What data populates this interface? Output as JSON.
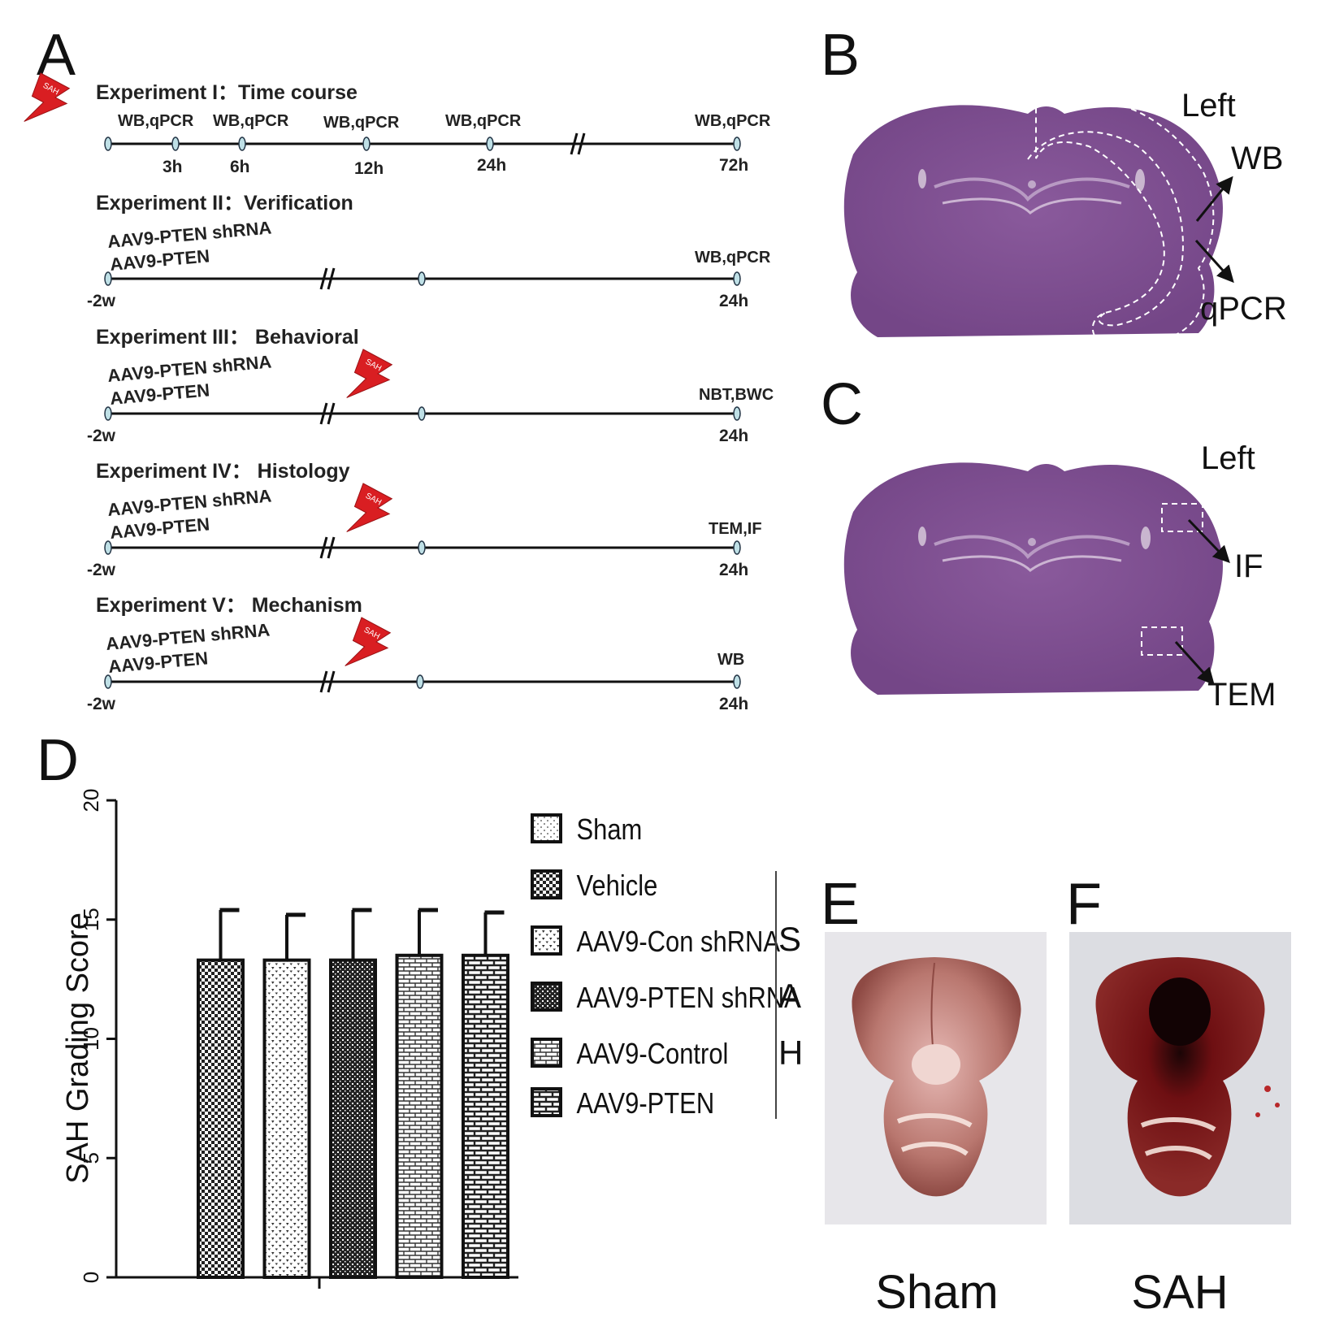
{
  "panels": {
    "a": "A",
    "b": "B",
    "c": "C",
    "d": "D",
    "e": "E",
    "f": "F"
  },
  "bolt_text": "SAH",
  "experiments": [
    {
      "title": "Experiment I：Time course",
      "groups": [],
      "start_label": "",
      "ticks": [
        {
          "top": "WB,qPCR",
          "time": "3h"
        },
        {
          "top": "WB,qPCR",
          "time": "6h"
        },
        {
          "top": "WB,qPCR",
          "time": "12h"
        },
        {
          "top": "WB,qPCR",
          "time": "24h"
        },
        {
          "top": "WB,qPCR",
          "time": "72h"
        }
      ]
    },
    {
      "title": "Experiment II：Verification",
      "groups": [
        "AAV9-PTEN shRNA",
        "AAV9-PTEN"
      ],
      "start_label": "-2w",
      "end_top": "WB,qPCR",
      "end_time": "24h"
    },
    {
      "title": "Experiment III：  Behavioral",
      "groups": [
        "AAV9-PTEN shRNA",
        "AAV9-PTEN"
      ],
      "start_label": "-2w",
      "end_top": "NBT,BWC",
      "end_time": "24h"
    },
    {
      "title": "Experiment IV：  Histology",
      "groups": [
        "AAV9-PTEN shRNA",
        "AAV9-PTEN"
      ],
      "start_label": "-2w",
      "end_top": "TEM,IF",
      "end_time": "24h"
    },
    {
      "title": "Experiment V：  Mechanism",
      "groups": [
        "AAV9-PTEN shRNA",
        "AAV9-PTEN"
      ],
      "start_label": "-2w",
      "end_top": "WB",
      "end_time": "24h"
    }
  ],
  "panel_b": {
    "side": "Left",
    "wb": "WB",
    "qpcr": "qPCR"
  },
  "panel_c": {
    "side": "Left",
    "if": "IF",
    "tem": "TEM"
  },
  "chart_data": {
    "type": "bar",
    "ylabel": "SAH Grading Score",
    "ylim": [
      0,
      20
    ],
    "yticks": [
      "0",
      "5",
      "10",
      "15",
      "20"
    ],
    "grid": false,
    "series": [
      {
        "name": "Vehicle",
        "value": 13.3,
        "error": 2.1
      },
      {
        "name": "AAV9-Con shRNA",
        "value": 13.3,
        "error": 1.9
      },
      {
        "name": "AAV9-PTEN shRNA",
        "value": 13.3,
        "error": 2.1
      },
      {
        "name": "AAV9-Control",
        "value": 13.5,
        "error": 1.9
      },
      {
        "name": "AAV9-PTEN",
        "value": 13.5,
        "error": 1.8
      }
    ],
    "legend": [
      "Sham",
      "Vehicle",
      "AAV9-Con shRNA",
      "AAV9-PTEN shRNA",
      "AAV9-Control",
      "AAV9-PTEN"
    ],
    "legend_placement": "right",
    "bracket_letters": [
      "S",
      "A",
      "H"
    ]
  },
  "photos": {
    "e_caption": "Sham",
    "f_caption": "SAH"
  }
}
